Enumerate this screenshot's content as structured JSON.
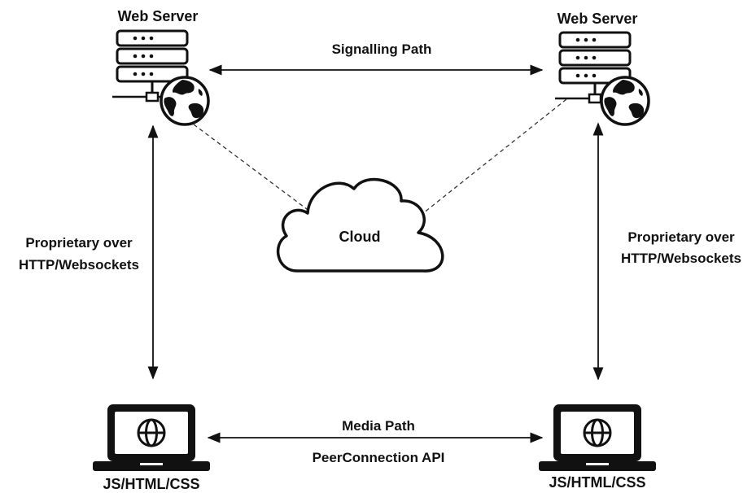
{
  "diagram": {
    "server_left": {
      "title": "Web Server"
    },
    "server_right": {
      "title": "Web Server"
    },
    "signalling_label": "Signalling Path",
    "cloud_label": "Cloud",
    "left_link": {
      "line1": "Proprietary over",
      "line2": "HTTP/Websockets"
    },
    "right_link": {
      "line1": "Proprietary over",
      "line2": "HTTP/Websockets"
    },
    "media_label": "Media Path",
    "api_label": "PeerConnection API",
    "client_left": {
      "label": "JS/HTML/CSS"
    },
    "client_right": {
      "label": "JS/HTML/CSS"
    },
    "icons": [
      "server-rack-icon",
      "globe-icon",
      "cloud-icon",
      "laptop-icon"
    ],
    "colors": {
      "ink": "#111111",
      "background": "#ffffff"
    }
  }
}
